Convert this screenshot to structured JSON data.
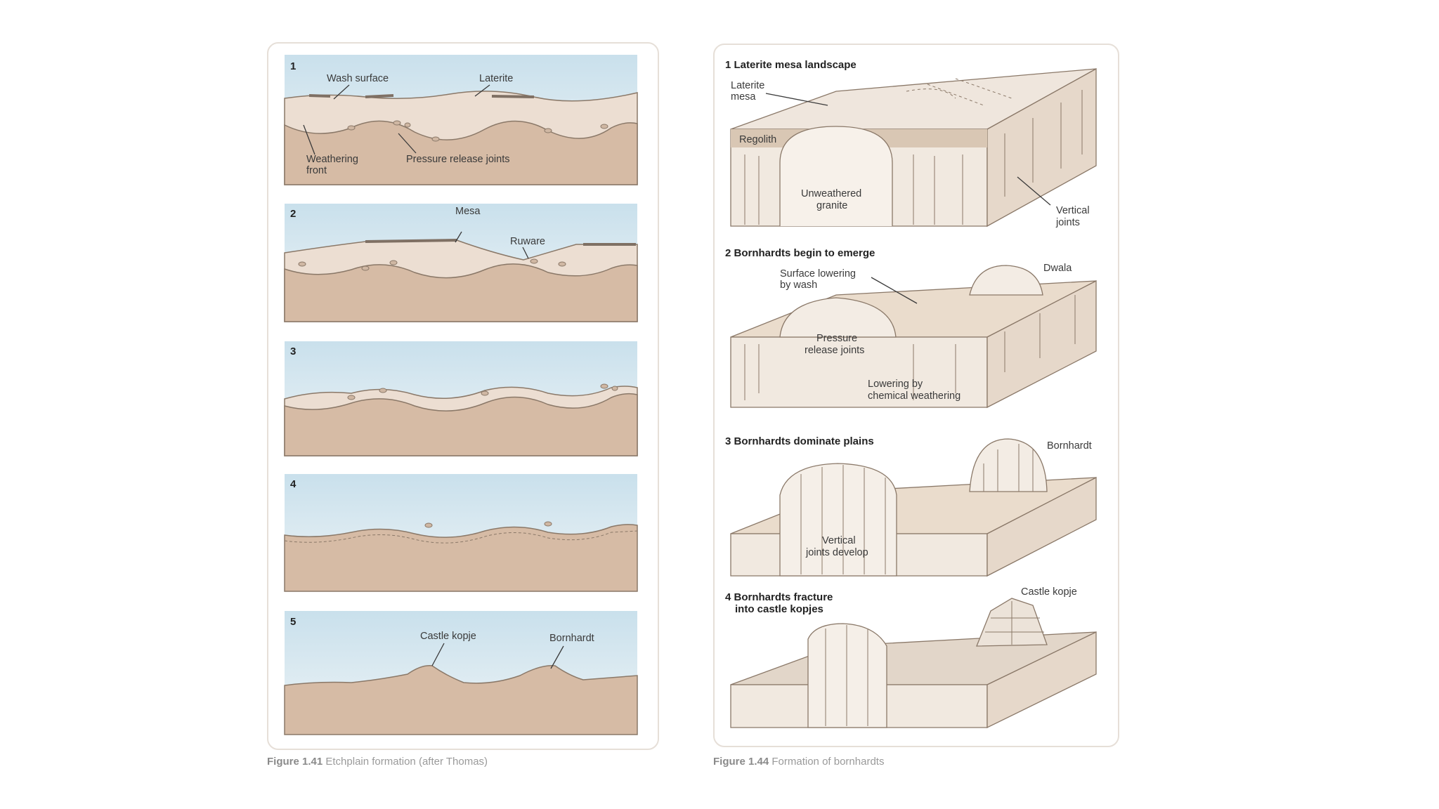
{
  "figure_141": {
    "panels": [
      {
        "num": "1",
        "labels": {
          "wash_surface": "Wash surface",
          "laterite": "Laterite",
          "weathering_front_l1": "Weathering",
          "weathering_front_l2": "front",
          "pressure_release": "Pressure release joints"
        }
      },
      {
        "num": "2",
        "labels": {
          "mesa": "Mesa",
          "ruware": "Ruware"
        }
      },
      {
        "num": "3"
      },
      {
        "num": "4"
      },
      {
        "num": "5",
        "labels": {
          "castle_kopje": "Castle kopje",
          "bornhardt": "Bornhardt"
        }
      }
    ],
    "caption": {
      "label": "Figure 1.41",
      "text": "Etchplain formation (after Thomas)"
    }
  },
  "figure_144": {
    "panels": [
      {
        "title": "1 Laterite mesa landscape",
        "labels": {
          "laterite_mesa_l1": "Laterite",
          "laterite_mesa_l2": "mesa",
          "regolith": "Regolith",
          "unweathered_l1": "Unweathered",
          "unweathered_l2": "granite",
          "vertical_joints_l1": "Vertical",
          "vertical_joints_l2": "joints"
        }
      },
      {
        "title": "2 Bornhardts begin to emerge",
        "labels": {
          "surface_lowering_l1": "Surface lowering",
          "surface_lowering_l2": "by wash",
          "dwala": "Dwala",
          "pressure_l1": "Pressure",
          "pressure_l2": "release joints",
          "lowering_l1": "Lowering by",
          "lowering_l2": "chemical weathering"
        }
      },
      {
        "title": "3 Bornhardts dominate plains",
        "labels": {
          "bornhardt": "Bornhardt",
          "vertical_l1": "Vertical",
          "vertical_l2": "joints develop"
        }
      },
      {
        "title_l1": "4 Bornhardts fracture",
        "title_l2": "into castle kopjes",
        "labels": {
          "castle_kopje": "Castle kopje"
        }
      }
    ],
    "caption": {
      "label": "Figure 1.44",
      "text": "Formation of bornhardts"
    }
  },
  "colors": {
    "sky": "#cfe4ee",
    "regolith": "#ece0d4",
    "bedrock": "#d6bba5",
    "laterite": "#9a8a7c",
    "outline": "#8a7868"
  }
}
